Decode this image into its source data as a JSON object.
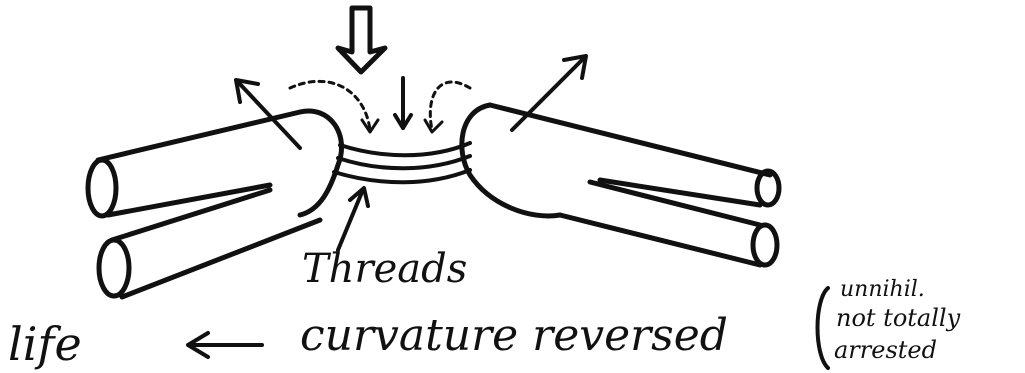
{
  "labels": {
    "threads": "Threads",
    "life": "life",
    "curvature_reversed": "curvature reversed",
    "note_line1": "unnihil.",
    "note_line2": "not totally",
    "note_line3": "arrested"
  },
  "colors": {
    "ink": "#111111",
    "paper": "#ffffff"
  }
}
